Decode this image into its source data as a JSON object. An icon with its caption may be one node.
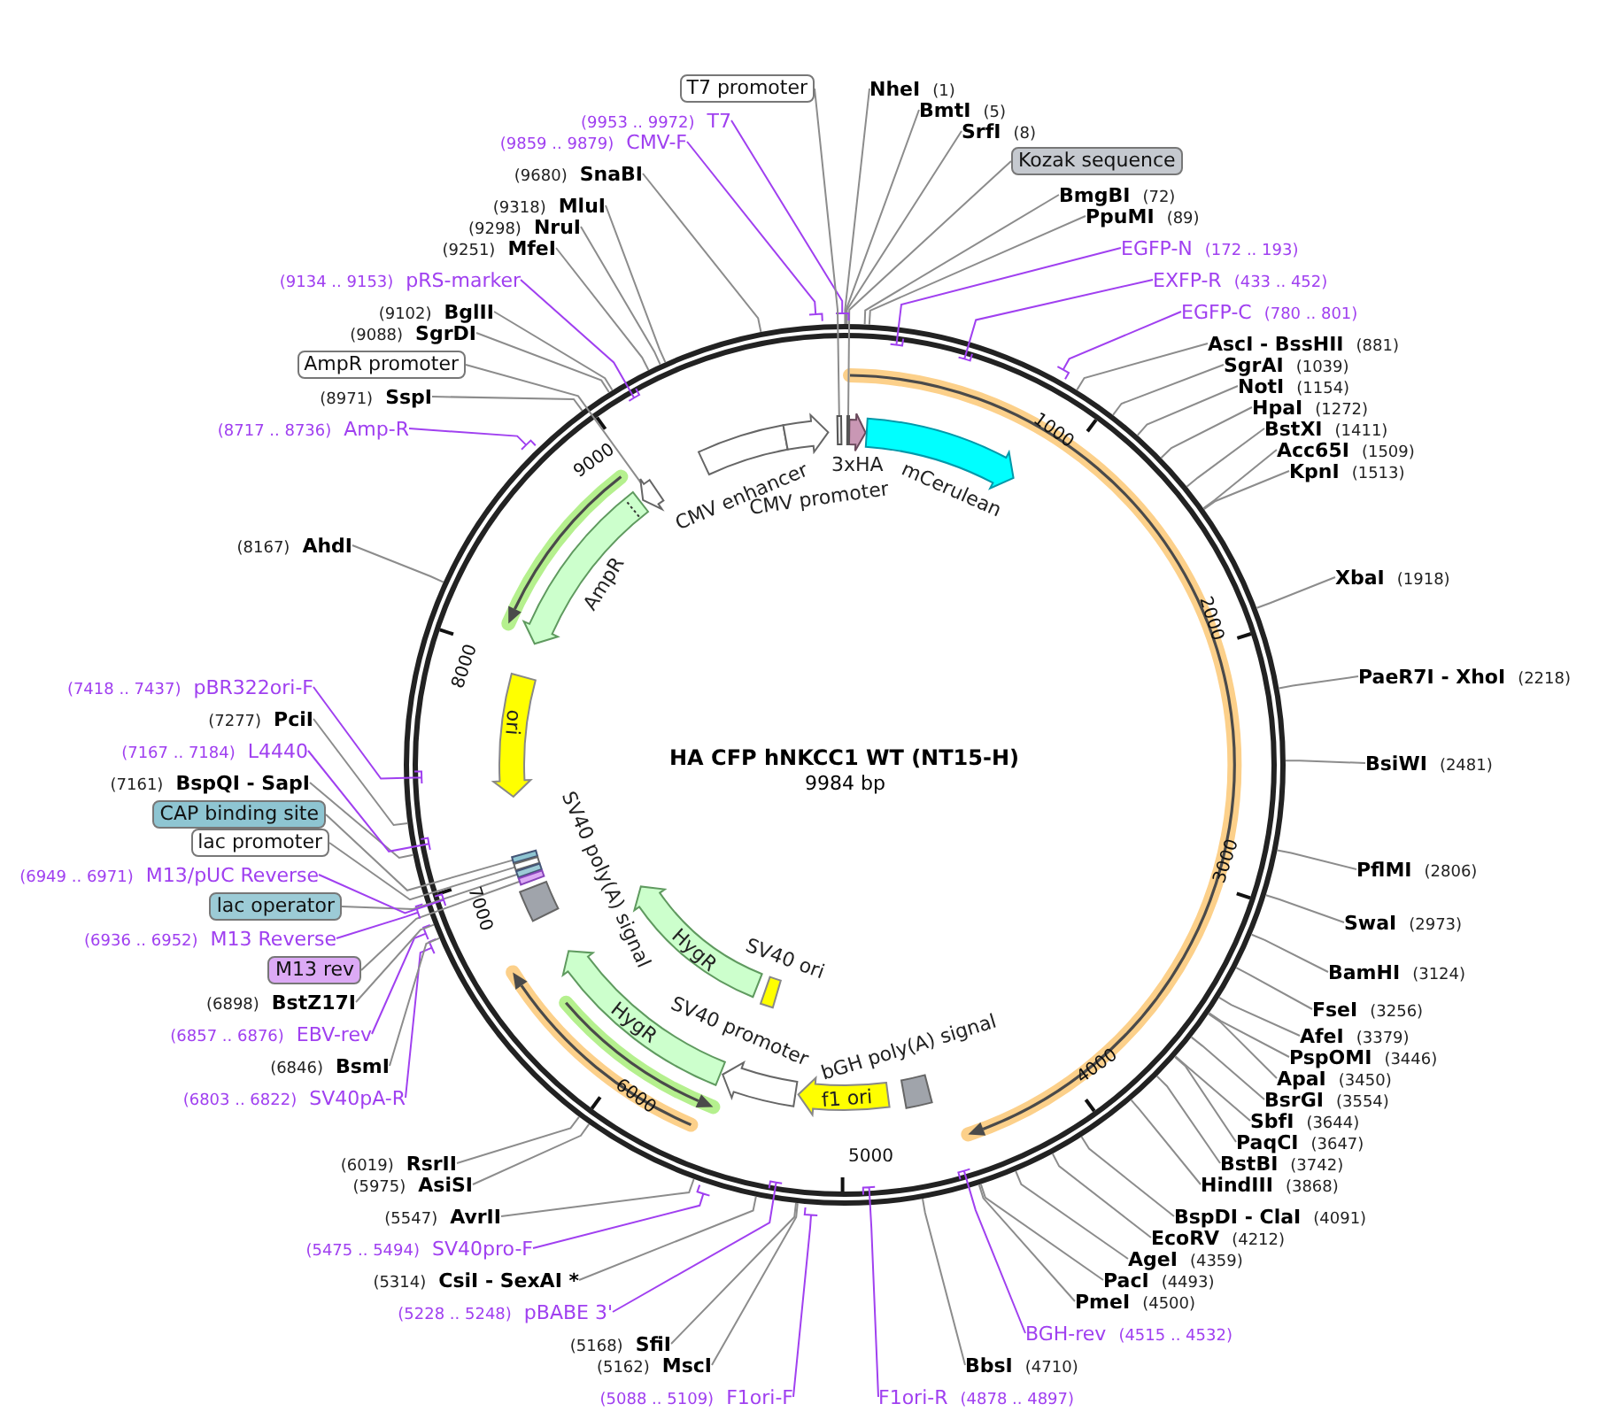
{
  "diagram": {
    "title": "HA CFP hNKCC1 WT (NT15-H)",
    "nodes": [
      {
        "text": [
          "NheI",
          "(1)"
        ]
      },
      {
        "text": [
          "BmtI",
          "(5)"
        ]
      },
      {
        "text": [
          "SrfI",
          "(8)"
        ]
      },
      {
        "text": [
          "Kozak sequence"
        ]
      },
      {
        "text": [
          "BmgBI",
          "(72)"
        ]
      },
      {
        "text": [
          "PpuMI",
          "(89)"
        ]
      },
      {
        "text": [
          "EGFP-N",
          "(172 .. 193)"
        ]
      },
      {
        "text": [
          "EXFP-R",
          "(433 .. 452)"
        ]
      },
      {
        "text": [
          "EGFP-C",
          "(780 .. 801)"
        ]
      },
      {
        "text": [
          "AscI - BssHII",
          "(881)"
        ]
      },
      {
        "text": [
          "SgrAI",
          "(1039)"
        ]
      },
      {
        "text": [
          "NotI",
          "(1154)"
        ]
      },
      {
        "text": [
          "HpaI",
          "(1272)"
        ]
      },
      {
        "text": [
          "BstXI",
          "(1411)"
        ]
      },
      {
        "text": [
          "Acc65I",
          "(1509)"
        ]
      },
      {
        "text": [
          "KpnI",
          "(1513)"
        ]
      },
      {
        "text": [
          "XbaI",
          "(1918)"
        ]
      },
      {
        "text": [
          "PaeR7I - XhoI",
          "(2218)"
        ]
      },
      {
        "text": [
          "BsiWI",
          "(2481)"
        ]
      },
      {
        "text": [
          "PflMI",
          "(2806)"
        ]
      },
      {
        "text": [
          "SwaI",
          "(2973)"
        ]
      },
      {
        "text": [
          "BamHI",
          "(3124)"
        ]
      },
      {
        "text": [
          "FseI",
          "(3256)"
        ]
      },
      {
        "text": [
          "AfeI",
          "(3379)"
        ]
      },
      {
        "text": [
          "PspOMI",
          "(3446)"
        ]
      },
      {
        "text": [
          "ApaI",
          "(3450)"
        ]
      },
      {
        "text": [
          "BsrGI",
          "(3554)"
        ]
      },
      {
        "text": [
          "SbfI",
          "(3644)"
        ]
      },
      {
        "text": [
          "PaqCI",
          "(3647)"
        ]
      },
      {
        "text": [
          "BstBI",
          "(3742)"
        ]
      },
      {
        "text": [
          "HindIII",
          "(3868)"
        ]
      },
      {
        "text": [
          "BspDI - ClaI",
          "(4091)"
        ]
      },
      {
        "text": [
          "EcoRV",
          "(4212)"
        ]
      },
      {
        "text": [
          "AgeI",
          "(4359)"
        ]
      },
      {
        "text": [
          "PacI",
          "(4493)"
        ]
      },
      {
        "text": [
          "PmeI",
          "(4500)"
        ]
      },
      {
        "text": [
          "BGH-rev",
          "(4515 .. 4532)"
        ]
      },
      {
        "text": [
          "BbsI",
          "(4710)"
        ]
      },
      {
        "text": [
          "F1ori-R",
          "(4878 .. 4897)"
        ]
      },
      {
        "text": [
          "(5088 .. 5109)",
          "F1ori-F"
        ]
      },
      {
        "text": [
          "(5162)",
          "MscI"
        ]
      },
      {
        "text": [
          "(5168)",
          "SfiI"
        ]
      },
      {
        "text": [
          "(5228 .. 5248)",
          "pBABE 3'"
        ]
      },
      {
        "text": [
          "(5314)",
          "CsiI - SexAI *"
        ]
      },
      {
        "text": [
          "(5475 .. 5494)",
          "SV40pro-F"
        ]
      },
      {
        "text": [
          "(5547)",
          "AvrII"
        ]
      },
      {
        "text": [
          "(5975)",
          "AsiSI"
        ]
      },
      {
        "text": [
          "(6019)",
          "RsrII"
        ]
      },
      {
        "text": [
          "(6803 .. 6822)",
          "SV40pA-R"
        ]
      },
      {
        "text": [
          "(6846)",
          "BsmI"
        ]
      },
      {
        "text": [
          "(6857 .. 6876)",
          "EBV-rev"
        ]
      },
      {
        "text": [
          "(6898)",
          "BstZ17I"
        ]
      },
      {
        "text": [
          "M13 rev"
        ]
      },
      {
        "text": [
          "(6936 .. 6952)",
          "M13 Reverse"
        ]
      },
      {
        "text": [
          "lac operator"
        ]
      },
      {
        "text": [
          "(6949 .. 6971)",
          "M13/pUC Reverse"
        ]
      },
      {
        "text": [
          "lac promoter"
        ]
      },
      {
        "text": [
          "CAP binding site"
        ]
      },
      {
        "text": [
          "(7161)",
          "BspQI - SapI"
        ]
      },
      {
        "text": [
          "(7167 .. 7184)",
          "L4440"
        ]
      },
      {
        "text": [
          "(7277)",
          "PciI"
        ]
      },
      {
        "text": [
          "(7418 .. 7437)",
          "pBR322ori-F"
        ]
      },
      {
        "text": [
          "(8167)",
          "AhdI"
        ]
      },
      {
        "text": [
          "(8717 .. 8736)",
          "Amp-R"
        ]
      },
      {
        "text": [
          "(8971)",
          "SspI"
        ]
      },
      {
        "text": [
          "AmpR promoter"
        ]
      },
      {
        "text": [
          "(9088)",
          "SgrDI"
        ]
      },
      {
        "text": [
          "(9102)",
          "BglII"
        ]
      },
      {
        "text": [
          "(9134 .. 9153)",
          "pRS-marker"
        ]
      },
      {
        "text": [
          "(9251)",
          "MfeI"
        ]
      },
      {
        "text": [
          "(9298)",
          "NruI"
        ]
      },
      {
        "text": [
          "(9318)",
          "MluI"
        ]
      },
      {
        "text": [
          "(9680)",
          "SnaBI"
        ]
      },
      {
        "text": [
          "(9859 .. 9879)",
          "CMV-F"
        ]
      },
      {
        "text": [
          "(9953 .. 9972)",
          "T7"
        ]
      },
      {
        "text": [
          "T7 promoter"
        ]
      },
      {
        "text": [
          "CMV enhancer"
        ]
      },
      {
        "text": [
          "CMV promoter"
        ]
      },
      {
        "text": [
          "3xHA"
        ]
      },
      {
        "text": [
          "mCerulean"
        ]
      },
      {
        "text": [
          "AmpR"
        ]
      },
      {
        "text": [
          "ori"
        ]
      },
      {
        "text": [
          "SV40 poly(A) signal"
        ]
      },
      {
        "text": [
          "HygR"
        ]
      },
      {
        "text": [
          "SV40 ori"
        ]
      },
      {
        "text": [
          "HygR"
        ]
      },
      {
        "text": [
          "SV40 promoter"
        ]
      },
      {
        "text": [
          "f1 ori"
        ]
      },
      {
        "text": [
          "bGH poly(A) signal"
        ]
      },
      {
        "text": [],
        "shape": "bar"
      },
      {
        "text": [],
        "shape": "bar"
      },
      {
        "text": [],
        "shape": "arrow"
      },
      {
        "text": [],
        "shape": "bar"
      },
      {
        "text": [],
        "shape": "bar"
      },
      {
        "text": [],
        "shape": "bar"
      },
      {
        "text": [],
        "shape": "bar"
      }
    ],
    "edges": [
      {
        "from": 0,
        "to": null,
        "arrow": "none"
      },
      {
        "from": 1,
        "to": null,
        "arrow": "none"
      },
      {
        "from": 2,
        "to": null,
        "arrow": "none"
      },
      {
        "from": 3,
        "to": 90,
        "arrow": "none"
      },
      {
        "from": 4,
        "to": null,
        "arrow": "none"
      },
      {
        "from": 5,
        "to": null,
        "arrow": "none"
      },
      {
        "from": 6,
        "to": null,
        "arrow": "none",
        "color": "#a040f0"
      },
      {
        "from": 7,
        "to": null,
        "arrow": "none",
        "color": "#a040f0"
      },
      {
        "from": 8,
        "to": null,
        "arrow": "none",
        "color": "#a040f0"
      },
      {
        "from": 9,
        "to": null,
        "arrow": "none"
      },
      {
        "from": 10,
        "to": null,
        "arrow": "none"
      },
      {
        "from": 11,
        "to": null,
        "arrow": "none"
      },
      {
        "from": 12,
        "to": null,
        "arrow": "none"
      },
      {
        "from": 13,
        "to": null,
        "arrow": "none"
      },
      {
        "from": 14,
        "to": null,
        "arrow": "none"
      },
      {
        "from": 15,
        "to": null,
        "arrow": "none"
      },
      {
        "from": 16,
        "to": null,
        "arrow": "none"
      },
      {
        "from": 17,
        "to": null,
        "arrow": "none"
      },
      {
        "from": 18,
        "to": null,
        "arrow": "none"
      },
      {
        "from": 19,
        "to": null,
        "arrow": "none"
      },
      {
        "from": 20,
        "to": null,
        "arrow": "none"
      },
      {
        "from": 21,
        "to": null,
        "arrow": "none"
      },
      {
        "from": 22,
        "to": null,
        "arrow": "none"
      },
      {
        "from": 23,
        "to": null,
        "arrow": "none"
      },
      {
        "from": 24,
        "to": null,
        "arrow": "none"
      },
      {
        "from": 25,
        "to": null,
        "arrow": "none"
      },
      {
        "from": 26,
        "to": null,
        "arrow": "none"
      },
      {
        "from": 27,
        "to": null,
        "arrow": "none"
      },
      {
        "from": 28,
        "to": null,
        "arrow": "none"
      },
      {
        "from": 29,
        "to": null,
        "arrow": "none"
      },
      {
        "from": 30,
        "to": null,
        "arrow": "none"
      },
      {
        "from": 31,
        "to": null,
        "arrow": "none"
      },
      {
        "from": 32,
        "to": null,
        "arrow": "none"
      },
      {
        "from": 33,
        "to": null,
        "arrow": "none"
      },
      {
        "from": 34,
        "to": null,
        "arrow": "none"
      },
      {
        "from": 35,
        "to": null,
        "arrow": "none"
      },
      {
        "from": 36,
        "to": null,
        "arrow": "none",
        "color": "#a040f0"
      },
      {
        "from": 37,
        "to": null,
        "arrow": "none"
      },
      {
        "from": 38,
        "to": null,
        "arrow": "none",
        "color": "#a040f0"
      },
      {
        "from": 39,
        "to": null,
        "arrow": "none",
        "color": "#a040f0"
      },
      {
        "from": 40,
        "to": null,
        "arrow": "none"
      },
      {
        "from": 41,
        "to": null,
        "arrow": "none"
      },
      {
        "from": 42,
        "to": null,
        "arrow": "none",
        "color": "#a040f0"
      },
      {
        "from": 43,
        "to": null,
        "arrow": "none"
      },
      {
        "from": 44,
        "to": null,
        "arrow": "none",
        "color": "#a040f0"
      },
      {
        "from": 45,
        "to": null,
        "arrow": "none"
      },
      {
        "from": 46,
        "to": null,
        "arrow": "none"
      },
      {
        "from": 47,
        "to": null,
        "arrow": "none"
      },
      {
        "from": 48,
        "to": null,
        "arrow": "none",
        "color": "#a040f0"
      },
      {
        "from": 49,
        "to": null,
        "arrow": "none"
      },
      {
        "from": 50,
        "to": null,
        "arrow": "none",
        "color": "#a040f0"
      },
      {
        "from": 51,
        "to": null,
        "arrow": "none"
      },
      {
        "from": 52,
        "to": 95,
        "arrow": "none"
      },
      {
        "from": 53,
        "to": null,
        "arrow": "none",
        "color": "#a040f0"
      },
      {
        "from": 54,
        "to": 94,
        "arrow": "none"
      },
      {
        "from": 55,
        "to": null,
        "arrow": "none",
        "color": "#a040f0"
      },
      {
        "from": 56,
        "to": 93,
        "arrow": "none"
      },
      {
        "from": 57,
        "to": 92,
        "arrow": "none"
      },
      {
        "from": 58,
        "to": null,
        "arrow": "none"
      },
      {
        "from": 59,
        "to": null,
        "arrow": "none",
        "color": "#a040f0"
      },
      {
        "from": 60,
        "to": null,
        "arrow": "none"
      },
      {
        "from": 61,
        "to": null,
        "arrow": "none",
        "color": "#a040f0"
      },
      {
        "from": 62,
        "to": null,
        "arrow": "none"
      },
      {
        "from": 63,
        "to": null,
        "arrow": "none",
        "color": "#a040f0"
      },
      {
        "from": 64,
        "to": null,
        "arrow": "none"
      },
      {
        "from": 65,
        "to": 91,
        "arrow": "none"
      },
      {
        "from": 66,
        "to": null,
        "arrow": "none"
      },
      {
        "from": 67,
        "to": null,
        "arrow": "none"
      },
      {
        "from": 68,
        "to": null,
        "arrow": "none",
        "color": "#a040f0"
      },
      {
        "from": 69,
        "to": null,
        "arrow": "none"
      },
      {
        "from": 70,
        "to": null,
        "arrow": "none"
      },
      {
        "from": 71,
        "to": null,
        "arrow": "none"
      },
      {
        "from": 72,
        "to": null,
        "arrow": "none"
      },
      {
        "from": 73,
        "to": null,
        "arrow": "none",
        "color": "#a040f0"
      },
      {
        "from": 74,
        "to": null,
        "arrow": "none",
        "color": "#a040f0"
      },
      {
        "from": 75,
        "to": 89,
        "arrow": "none"
      }
    ],
    "labels": [
      "9984 bp",
      "1000",
      "2000",
      "3000",
      "4000",
      "5000",
      "6000",
      "7000",
      "8000",
      "9000"
    ]
  }
}
